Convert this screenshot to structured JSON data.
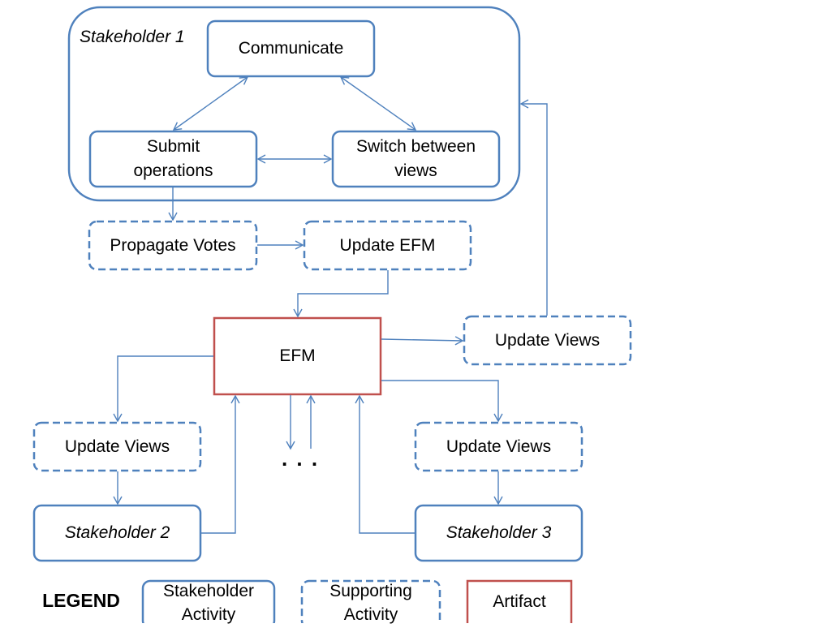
{
  "diagram": {
    "group": {
      "label": "Stakeholder 1"
    },
    "nodes": {
      "communicate": "Communicate",
      "submit_line1": "Submit",
      "submit_line2": "operations",
      "switch_line1": "Switch between",
      "switch_line2": "views",
      "propagate": "Propagate Votes",
      "update_efm": "Update EFM",
      "efm": "EFM",
      "update_views_right": "Update Views",
      "update_views_left": "Update Views",
      "update_views_mid": "Update Views",
      "stakeholder2": "Stakeholder 2",
      "stakeholder3": "Stakeholder 3",
      "ellipsis": ". . ."
    },
    "legend": {
      "title": "LEGEND",
      "stakeholder_line1": "Stakeholder",
      "stakeholder_line2": "Activity",
      "supporting_line1": "Supporting",
      "supporting_line2": "Activity",
      "artifact": "Artifact"
    },
    "colors": {
      "stroke_blue": "#4F81BD",
      "artifact_red": "#C0504D"
    }
  }
}
